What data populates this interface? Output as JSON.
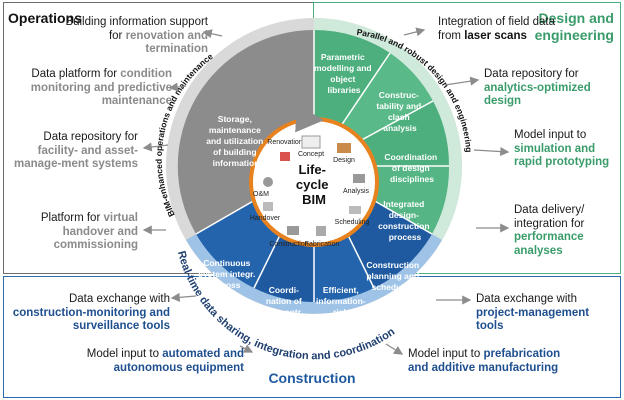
{
  "panels": {
    "operations_title": "Operations",
    "design_title_line1": "Design and",
    "design_title_line2": "engineering",
    "construction_title": "Construction"
  },
  "ops_notes": [
    {
      "plain": "Building information support for ",
      "highlight": "renovation and termination"
    },
    {
      "plain": "Data platform for ",
      "highlight": "condition monitoring and predictive maintenance"
    },
    {
      "plain": "Data repository for ",
      "highlight": "facility- and asset-manage-ment systems"
    },
    {
      "plain": "Platform for ",
      "highlight": "virtual handover and commissioning"
    }
  ],
  "design_notes": [
    {
      "plain": "Integration of field data from ",
      "highlight": "laser scans"
    },
    {
      "plain": "Data repository for ",
      "highlight": "analytics-optimized design"
    },
    {
      "plain": "Model input to ",
      "highlight": "simulation and rapid prototyping"
    },
    {
      "plain": "Data delivery/ integration for ",
      "highlight": "performance analyses"
    }
  ],
  "con_notes": [
    {
      "plain": "Data exchange with ",
      "highlight": "construction-monitoring and surveillance tools"
    },
    {
      "plain": "Data exchange with ",
      "highlight": "project-management tools"
    },
    {
      "plain": "Model input to ",
      "highlight": "automated and autonomous equipment"
    },
    {
      "plain": "Model input to ",
      "highlight": "prefabrication and additive manufacturing"
    }
  ],
  "ring_labels": {
    "ops": "BIM-enhanced operations and maintenance",
    "design": "Parallel and robust design and engineering",
    "con": "Real-time data sharing, integration and coordination"
  },
  "segments": {
    "ops": "Storage, maintenance and utilization of building information",
    "design": [
      "Parametric modelling and object libraries",
      "Construc-tability and clash analysis",
      "Coordination of design disciplines",
      "Integrated design-construction process"
    ],
    "con": [
      "Construction planning and scheduling",
      "Efficient, information-rich tenders",
      "Coordi-nation of subcontr. and suppliers",
      "Continuous system integr. across parties"
    ]
  },
  "center": {
    "line1": "Life-",
    "line2": "cycle",
    "line3": "BIM",
    "stages": [
      "Concept",
      "Design",
      "Analysis",
      "Scheduling",
      "Fabrication",
      "Construction",
      "Handover",
      "O&M",
      "Renovation"
    ]
  },
  "colors": {
    "ops_gray": "#8c8c8c",
    "design_green": "#4caf7d",
    "con_blue": "#1f5aa0",
    "ring_gray": "#d9d9d9",
    "ring_green": "#cfe9da",
    "ring_blue": "#9ec3e6",
    "orange": "#e8821e"
  }
}
